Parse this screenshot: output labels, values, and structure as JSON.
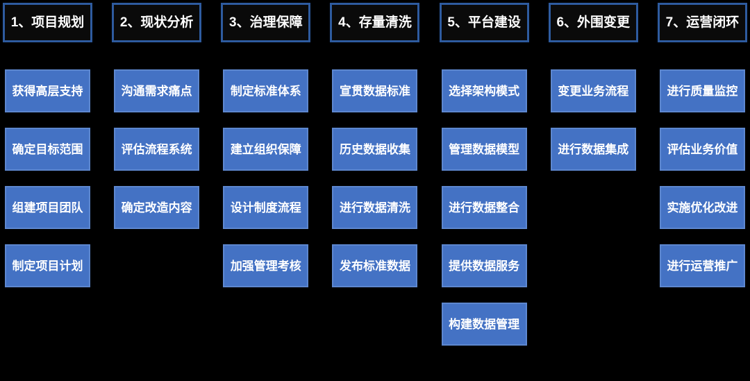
{
  "diagram": {
    "title": "data-governance-implementation-roadmap",
    "colors": {
      "background": "#000000",
      "header_fill": "#0a0a0a",
      "header_border": "#2e5b9f",
      "step_fill": "#4472c4",
      "step_border": "#5d87cf",
      "text": "#ffffff"
    },
    "columns": [
      {
        "header": "1、项目规划",
        "items": [
          "获得高层支持",
          "确定目标范围",
          "组建项目团队",
          "制定项目计划"
        ]
      },
      {
        "header": "2、现状分析",
        "items": [
          "沟通需求痛点",
          "评估流程系统",
          "确定改造内容"
        ]
      },
      {
        "header": "3、治理保障",
        "items": [
          "制定标准体系",
          "建立组织保障",
          "设计制度流程",
          "加强管理考核"
        ]
      },
      {
        "header": "4、存量清洗",
        "items": [
          "宣贯数据标准",
          "历史数据收集",
          "进行数据清洗",
          "发布标准数据"
        ]
      },
      {
        "header": "5、平台建设",
        "items": [
          "选择架构模式",
          "管理数据模型",
          "进行数据整合",
          "提供数据服务",
          "构建数据管理"
        ]
      },
      {
        "header": "6、外围变更",
        "items": [
          "变更业务流程",
          "进行数据集成"
        ]
      },
      {
        "header": "7、运营闭环",
        "items": [
          "进行质量监控",
          "评估业务价值",
          "实施优化改进",
          "进行运营推广"
        ]
      }
    ]
  }
}
